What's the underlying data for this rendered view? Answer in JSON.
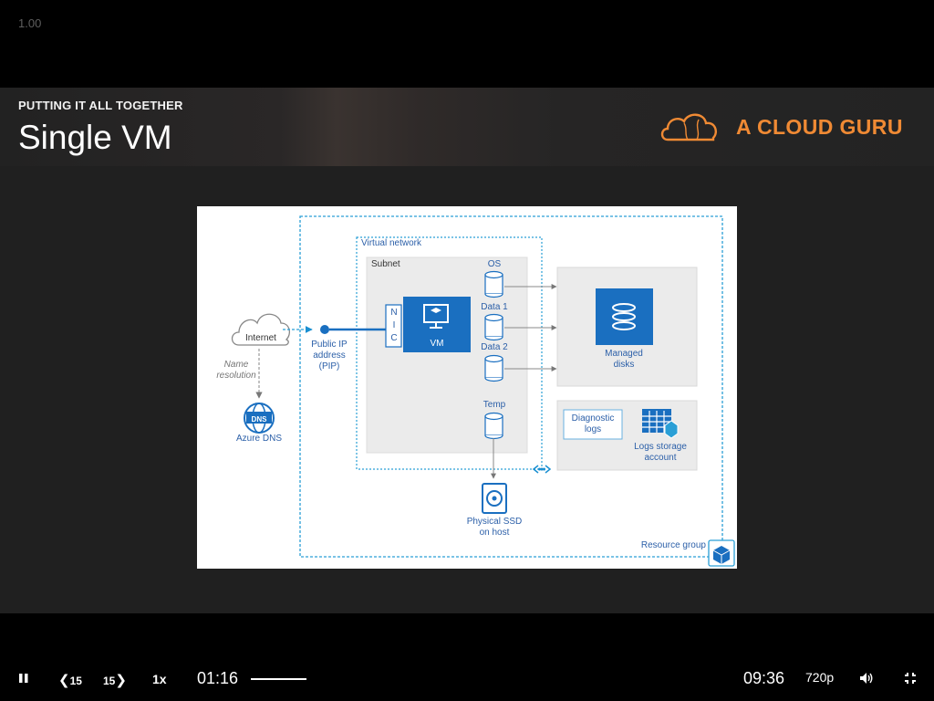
{
  "top_speed": "1.00",
  "slide": {
    "kicker": "PUTTING IT ALL TOGETHER",
    "title": "Single VM",
    "logo_text": "A CLOUD GURU"
  },
  "diagram": {
    "internet": "Internet",
    "name_resolution": [
      "Name",
      "resolution"
    ],
    "azure_dns": "Azure DNS",
    "dns_badge": "DNS",
    "public_ip": [
      "Public IP",
      "address",
      "(PIP)"
    ],
    "virtual_network": "Virtual network",
    "subnet": "Subnet",
    "nic_letters": [
      "N",
      "I",
      "C"
    ],
    "vm": "VM",
    "os": "OS",
    "data1": "Data 1",
    "data2": "Data 2",
    "temp": "Temp",
    "managed_disks": [
      "Managed",
      "disks"
    ],
    "diagnostic_logs": [
      "Diagnostic",
      "logs"
    ],
    "logs_storage": [
      "Logs storage",
      "account"
    ],
    "physical_ssd": [
      "Physical SSD",
      "on host"
    ],
    "resource_group": "Resource group"
  },
  "player": {
    "rewind_label": "15",
    "forward_label": "15",
    "speed_label": "1x",
    "current_time": "01:16",
    "total_time": "09:36",
    "quality": "720p",
    "progress_fraction": 0.13
  }
}
